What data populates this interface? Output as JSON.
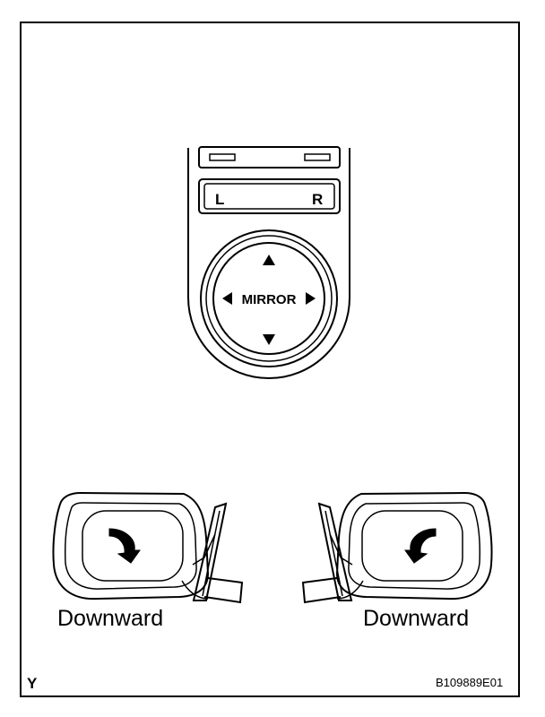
{
  "switch": {
    "left_label": "L",
    "right_label": "R",
    "center_label": "MIRROR"
  },
  "mirrors": {
    "left_caption": "Downward",
    "right_caption": "Downward"
  },
  "footer": {
    "corner_mark": "Y",
    "figure_id": "B109889E01"
  }
}
